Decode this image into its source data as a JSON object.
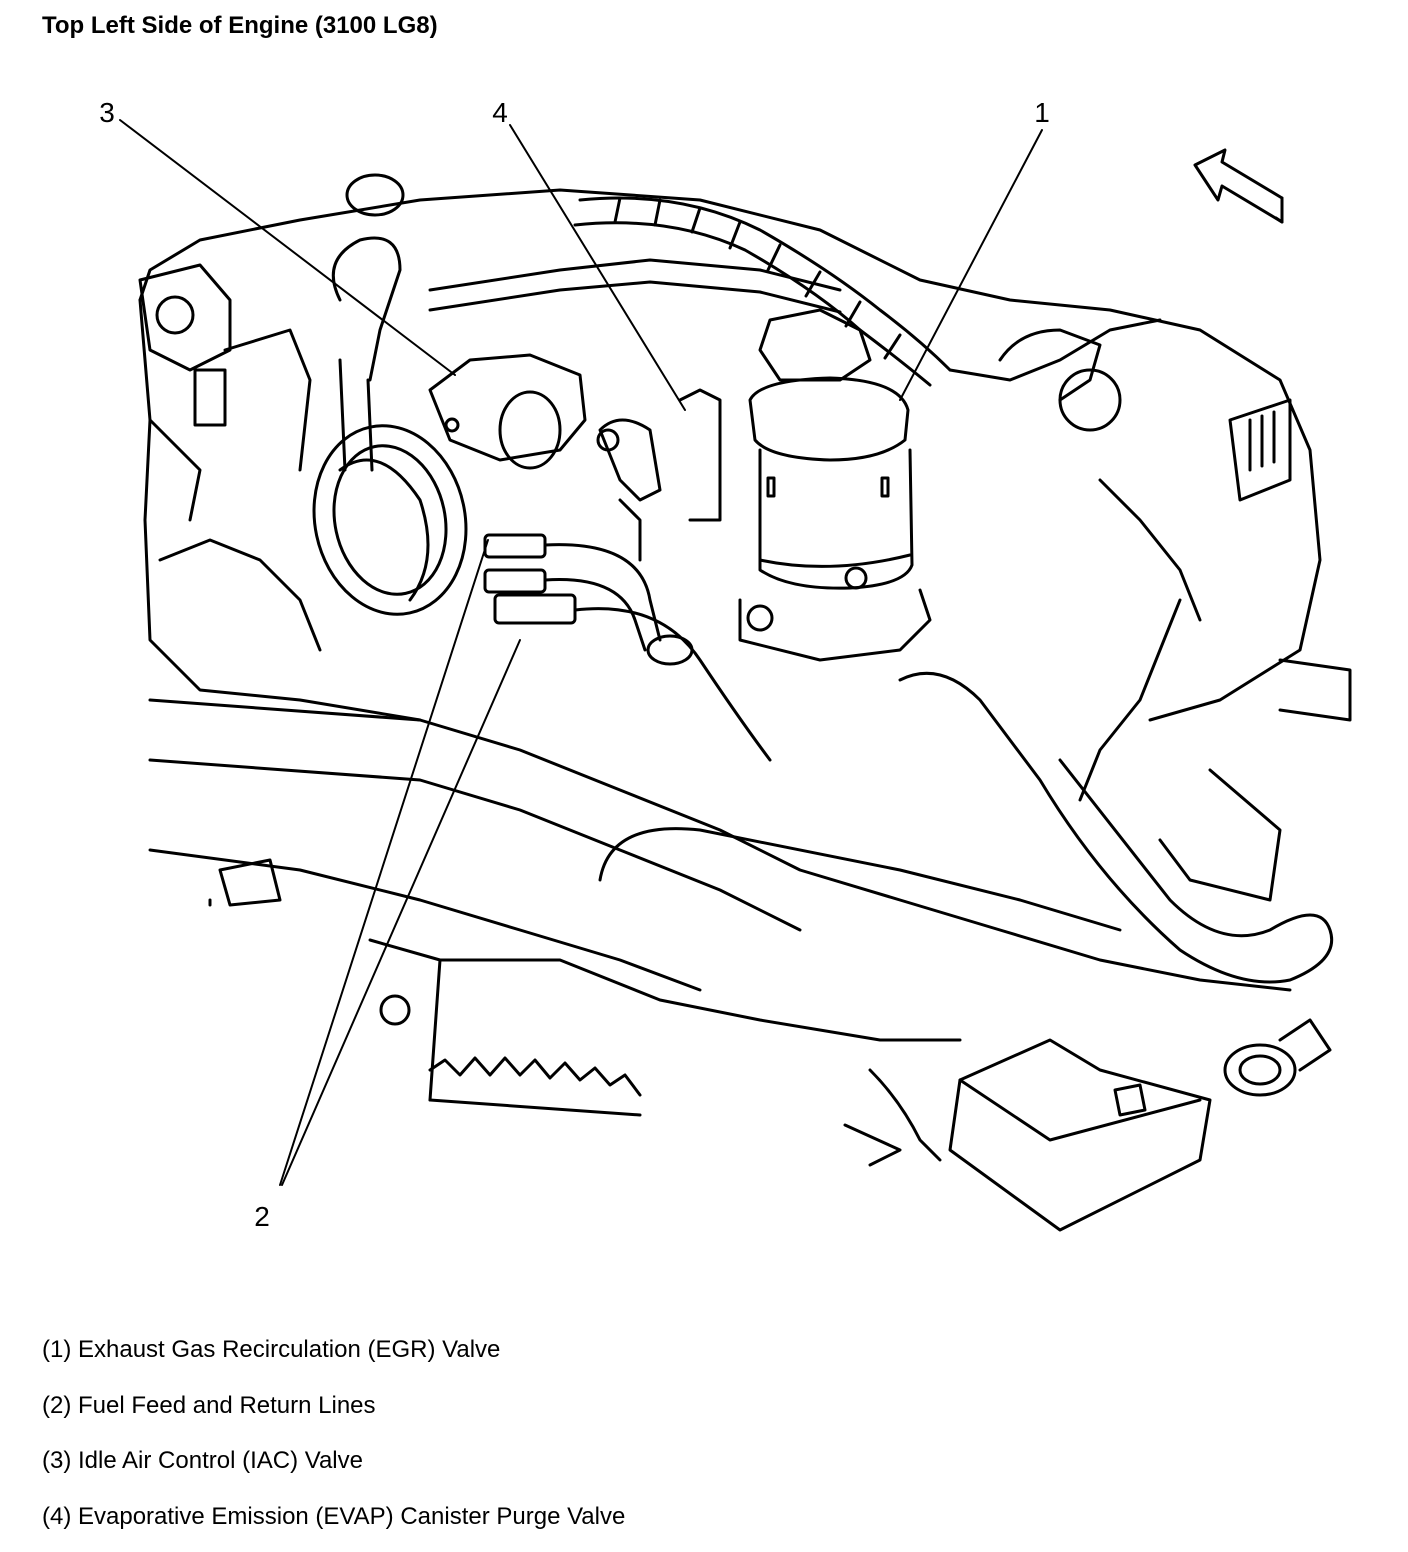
{
  "title": "Top Left Side of Engine (3100 LG8)",
  "callouts": {
    "c1": "1",
    "c2": "2",
    "c3": "3",
    "c4": "4"
  },
  "legend": [
    "(1) Exhaust Gas Recirculation (EGR) Valve",
    "(2) Fuel Feed and Return Lines",
    "(3) Idle Air Control (IAC) Valve",
    "(4) Evaporative Emission (EVAP) Canister Purge Valve"
  ]
}
